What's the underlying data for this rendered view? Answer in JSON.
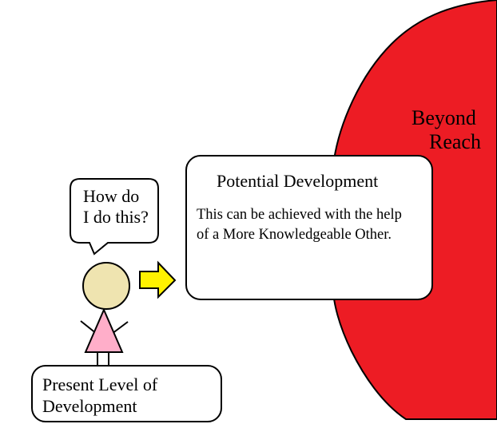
{
  "colors": {
    "beyond_region": "#ed1c24",
    "arrow": "#fff200",
    "head": "#efe4b0",
    "dress": "#ffaec9",
    "outline": "#000000",
    "box_fill": "#ffffff"
  },
  "beyond": {
    "line1": "Beyond",
    "line2": "Reach"
  },
  "potential": {
    "title": "Potential Development",
    "line1": "This can be achieved with the help",
    "line2": "of a More Knowledgeable Other."
  },
  "speech": {
    "line1": "How do",
    "line2": "I do this?"
  },
  "present": {
    "line1": "Present Level of",
    "line2": "Development"
  },
  "icons": {
    "arrow": "right-arrow-icon",
    "figure": "stick-figure-icon"
  }
}
